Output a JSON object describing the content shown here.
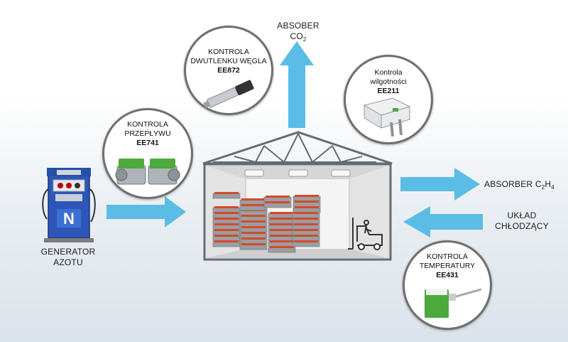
{
  "colors": {
    "arrow": "#5bbde6",
    "building_frame": "#646b72",
    "device_green": "#4caa3c",
    "crate_red": "#d44a2a"
  },
  "top_label": {
    "line1": "ABSOBER",
    "line2_prefix": "CO",
    "line2_sub": "2"
  },
  "right_top_label": {
    "prefix": "ABSORBER C",
    "sub1": "2",
    "mid": "H",
    "sub2": "4"
  },
  "right_mid_label": {
    "line1": "UKŁAD",
    "line2": "CHŁODZĄCY"
  },
  "generator_label": {
    "line1": "GENERATOR",
    "line2": "AZOTU"
  },
  "sensors": {
    "flow": {
      "line1": "KONTROLA",
      "line2": "PRZEPŁYWU",
      "model": "EE741"
    },
    "co2": {
      "line1": "KONTROLA",
      "line2": "DWUTLENKU WĘGLA",
      "model": "EE872"
    },
    "humidity": {
      "line1": "Kontrola",
      "line2": "wilgotności",
      "model": "EE211"
    },
    "temperature": {
      "line1": "KONTROLA",
      "line2": "TEMPERATURY",
      "model": "EE431"
    }
  },
  "icons": [
    "nitrogen-generator-icon",
    "forklift-icon",
    "crate-stack-icon",
    "ceiling-lamp-icon",
    "flow-sensor-icon",
    "co2-probe-icon",
    "humidity-transmitter-icon",
    "temperature-transmitter-icon"
  ]
}
